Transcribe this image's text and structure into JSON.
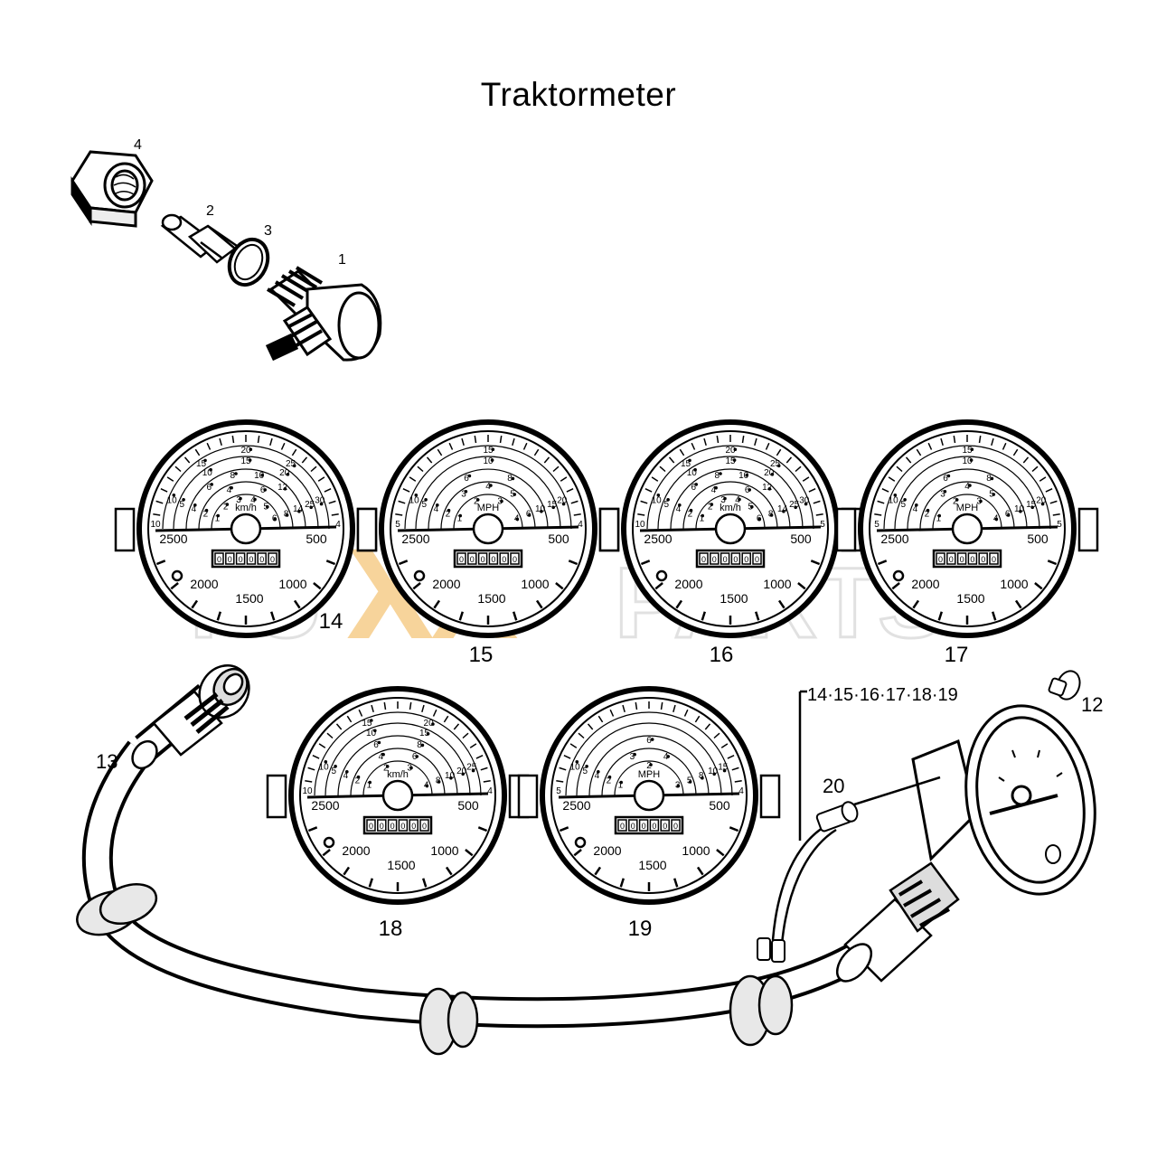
{
  "title": "Traktormeter",
  "watermark": {
    "left": "FU",
    "middle": "XX",
    "right": "PARTS",
    "middle_color": "#f2b24a",
    "outline_color": "#c9c9c9"
  },
  "labels": {
    "p1": "1",
    "p2": "2",
    "p3": "3",
    "p4": "4",
    "p12": "12",
    "p13": "13",
    "p14": "14",
    "p15": "15",
    "p16": "16",
    "p17": "17",
    "p18": "18",
    "p19": "19",
    "p20": "20",
    "callout": "14·15·16·17·18·19"
  },
  "gauges": [
    {
      "id": "14",
      "unit": "km/h",
      "arcs": [
        [
          "10",
          "15",
          "20",
          "25",
          "30"
        ],
        [
          "5",
          "10",
          "15",
          "20",
          "25"
        ],
        [
          "4",
          "6",
          "8",
          "10",
          "12",
          "14"
        ],
        [
          "2",
          "4",
          "6",
          "8"
        ],
        [
          "1",
          "2",
          "3",
          "4",
          "5",
          "6"
        ]
      ],
      "left_scale": "10",
      "right_scale": "4",
      "rpm": [
        "2500",
        "500",
        "2000",
        "1000",
        "1500"
      ],
      "counter": "000000"
    },
    {
      "id": "15",
      "unit": "MPH",
      "arcs": [
        [
          "10",
          "15",
          "20"
        ],
        [
          "5",
          "10",
          "15"
        ],
        [
          "4",
          "6",
          "8",
          "10"
        ],
        [
          "2",
          "3",
          "4",
          "5",
          "6"
        ],
        [
          "1",
          "2",
          "3",
          "4"
        ]
      ],
      "left_scale": "5",
      "right_scale": "4",
      "rpm": [
        "2500",
        "500",
        "2000",
        "1000",
        "1500"
      ],
      "counter": "000000"
    },
    {
      "id": "16",
      "unit": "km/h",
      "arcs": [
        [
          "10",
          "15",
          "20",
          "25",
          "30"
        ],
        [
          "5",
          "10",
          "15",
          "20",
          "25"
        ],
        [
          "4",
          "6",
          "8",
          "10",
          "12",
          "14"
        ],
        [
          "2",
          "4",
          "6",
          "8"
        ],
        [
          "1",
          "2",
          "3",
          "4",
          "5",
          "6"
        ]
      ],
      "left_scale": "10",
      "right_scale": "5",
      "rpm": [
        "2500",
        "500",
        "2000",
        "1000",
        "1500"
      ],
      "counter": "000000"
    },
    {
      "id": "17",
      "unit": "MPH",
      "arcs": [
        [
          "10",
          "15",
          "20"
        ],
        [
          "5",
          "10",
          "15"
        ],
        [
          "4",
          "6",
          "8",
          "10"
        ],
        [
          "2",
          "3",
          "4",
          "5",
          "6"
        ],
        [
          "1",
          "2",
          "3",
          "4"
        ]
      ],
      "left_scale": "5",
      "right_scale": "5",
      "rpm": [
        "2500",
        "500",
        "2000",
        "1000",
        "1500"
      ],
      "counter": "000000"
    },
    {
      "id": "18",
      "unit": "km/h",
      "arcs": [
        [
          "10",
          "15",
          "20",
          "25"
        ],
        [
          "5",
          "10",
          "15",
          "20"
        ],
        [
          "4",
          "6",
          "8",
          "10"
        ],
        [
          "2",
          "4",
          "6",
          "8"
        ],
        [
          "1",
          "2",
          "3",
          "4"
        ]
      ],
      "left_scale": "10",
      "right_scale": "4",
      "rpm": [
        "2500",
        "500",
        "2000",
        "1000",
        "1500"
      ],
      "counter": "000000"
    },
    {
      "id": "19",
      "unit": "MPH",
      "arcs": [
        [
          "10",
          "15"
        ],
        [
          "5",
          "10"
        ],
        [
          "4",
          "6",
          "8"
        ],
        [
          "2",
          "3",
          "4",
          "5"
        ],
        [
          "1",
          "2",
          "3"
        ]
      ],
      "left_scale": "5",
      "right_scale": "4",
      "rpm": [
        "2500",
        "500",
        "2000",
        "1000",
        "1500"
      ],
      "counter": "000000"
    }
  ]
}
